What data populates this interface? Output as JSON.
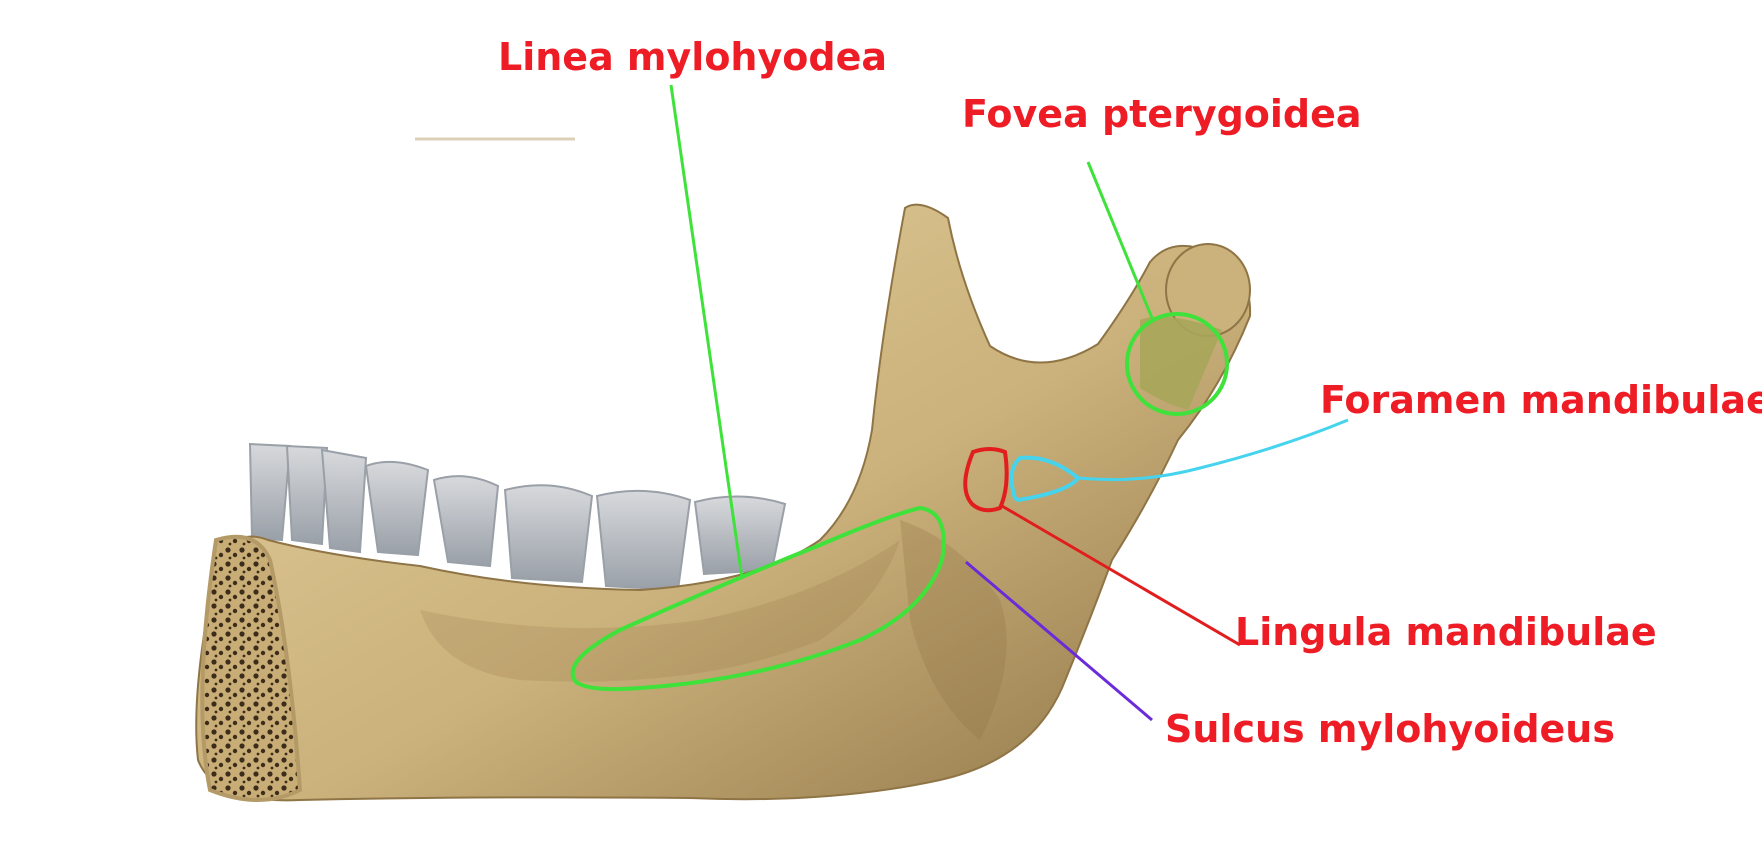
{
  "colors": {
    "label_text": "#ee1c25",
    "bone_light": "#e4d2a0",
    "bone_mid": "#cbb17b",
    "bone_dark": "#8f7446",
    "tooth": "#d7d9dc",
    "tooth_shadow": "#9aa0a8",
    "marker_green": "#3ee23a",
    "marker_cyan": "#45d3ee",
    "marker_red": "#e11d1d",
    "marker_purple": "#6a2bd9",
    "fovea_fill": "#a7a65a"
  },
  "labels": {
    "linea_mylohyodea": "Linea mylohyodea",
    "fovea_pterygoidea": "Fovea pterygoidea",
    "foramen_mandibulae": "Foramen mandibulae",
    "lingula_mandibulae": "Lingula mandibulae",
    "sulcus_mylohyoideus": "Sulcus mylohyoideus"
  }
}
